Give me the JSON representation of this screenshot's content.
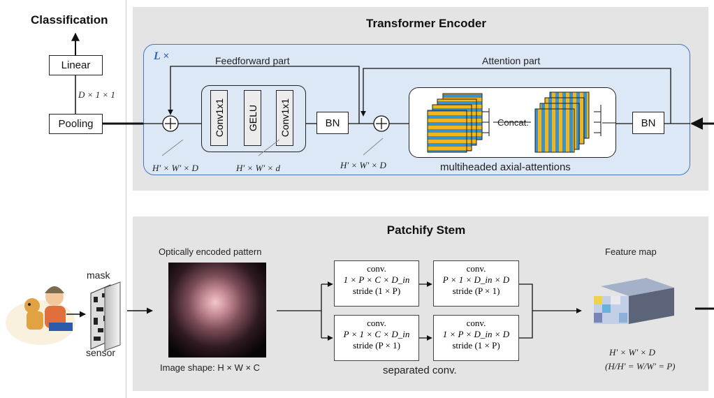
{
  "classification_label": "Classification",
  "linear_label": "Linear",
  "pooling_label": "Pooling",
  "pool_dim": "D × 1 × 1",
  "transformer": {
    "title": "Transformer Encoder",
    "repeat": "L ×",
    "feedforward_label": "Feedforward part",
    "attention_label": "Attention part",
    "conv1_label": "Conv1x1",
    "gelu_label": "GELU",
    "conv2_label": "Conv1x1",
    "bn1_label": "BN",
    "bn2_label": "BN",
    "concat_label": "Concat.",
    "dim1": "H′ × W′ × D",
    "dim2": "H′ × W′ × d",
    "dim3": "H′ × W′ × D",
    "attention_caption": "multiheaded axial-attentions"
  },
  "stem": {
    "title": "Patchify Stem",
    "mask_label": "mask",
    "sensor_label": "sensor",
    "pattern_label": "Optically encoded pattern",
    "image_shape": "Image shape: H × W × C",
    "conv_boxes": [
      {
        "l1": "conv.",
        "l2": "1 × P × C × D_in",
        "l3": "stride (1 × P)"
      },
      {
        "l1": "conv.",
        "l2": "P × 1 × D_in × D",
        "l3": "stride (P × 1)"
      },
      {
        "l1": "conv.",
        "l2": "P × 1 × C × D_in",
        "l3": "stride (P × 1)"
      },
      {
        "l1": "conv.",
        "l2": "1 × P × D_in × D",
        "l3": "stride (1 × P)"
      }
    ],
    "separated_label": "separated conv.",
    "feature_map_label": "Feature map",
    "feature_dim": "H′ × W′ × D",
    "feature_eq": "(H/H′ = W/W′ = P)"
  },
  "colors": {
    "panel": "#e4e4e4",
    "encoder_bg": "#dde8f7",
    "encoder_border": "#4a72c4",
    "stripe_a": "#f2b51c",
    "stripe_b": "#3a92c9"
  }
}
